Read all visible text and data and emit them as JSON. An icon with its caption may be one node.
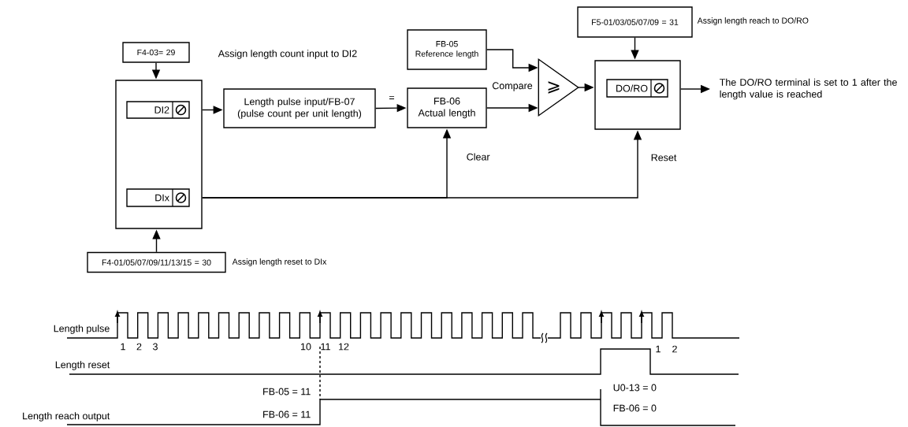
{
  "diagram": {
    "nodes": [
      {
        "text": [
          "F4-03= 29"
        ],
        "beside": [
          "Assign length count input to DI2"
        ]
      },
      {
        "text": [],
        "shape": "box"
      },
      {
        "text": [
          "DI2"
        ],
        "in": 1
      },
      {
        "text": [
          "DIx"
        ],
        "in": 1
      },
      {
        "text": [
          "F4-01/05/07/09/11/13/15 = 30"
        ],
        "beside": [
          "Assign length reset to DIx"
        ]
      },
      {
        "text": [
          "Length pulse input/FB-07 (pulse count per unit length)"
        ]
      },
      {
        "text": [
          "FB-05",
          "Reference length"
        ]
      },
      {
        "text": [
          "FB-06",
          "Actual length"
        ]
      },
      {
        "text": [
          "⩾"
        ]
      },
      {
        "text": [
          "F5-01/03/05/07/09 = 31"
        ],
        "beside": [
          "Assign length reach to DO/RO"
        ]
      },
      {
        "text": [],
        "shape": "box"
      },
      {
        "text": [
          "DO/RO"
        ],
        "in": 10
      },
      {
        "text": [
          "The DO/RO terminal is set to 1 after the length value is reached"
        ]
      }
    ],
    "edges": [
      {
        "from": 0,
        "to": 1,
        "arrow": "to"
      },
      {
        "from": 4,
        "to": 1,
        "arrow": "to"
      },
      {
        "from": 2,
        "to": 5,
        "arrow": "to"
      },
      {
        "from": 5,
        "to": 7,
        "arrow": "to",
        "label": "="
      },
      {
        "from": 6,
        "to": 8,
        "arrow": "to"
      },
      {
        "from": 7,
        "to": 8,
        "arrow": "to",
        "label": "Compare"
      },
      {
        "from": 8,
        "to": 10,
        "arrow": "to"
      },
      {
        "from": 9,
        "to": 10,
        "arrow": "to"
      },
      {
        "from": 10,
        "to": 12,
        "arrow": "to"
      },
      {
        "from": 3,
        "to": 7,
        "arrow": "to",
        "label": "Clear"
      },
      {
        "from": 3,
        "to": 10,
        "arrow": "to",
        "label": "Reset"
      }
    ],
    "labels": [
      "Length pulse",
      "1",
      "2",
      "3",
      "10",
      "11",
      "12",
      "1",
      "2",
      "Length reset",
      "FB-05 = 11",
      "FB-06 = 11",
      "U0-13 = 0",
      "FB-06 = 0",
      "Length reach output"
    ]
  }
}
